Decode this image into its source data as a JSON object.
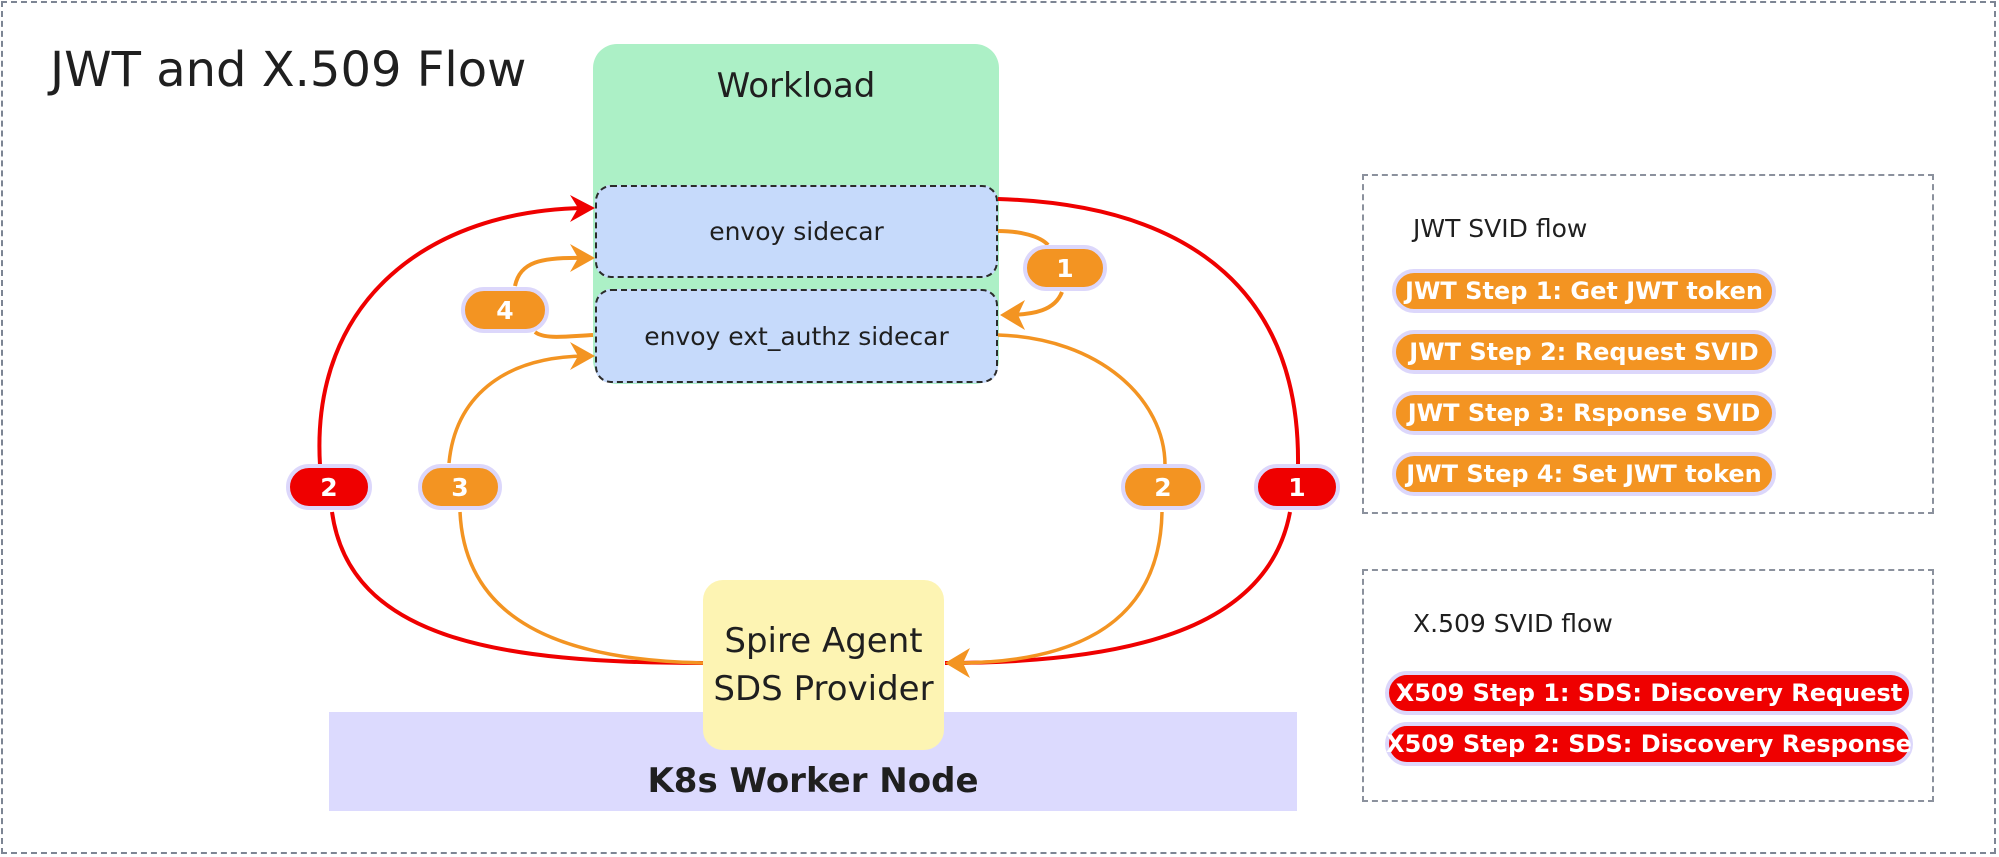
{
  "title": "JWT and X.509 Flow",
  "colors": {
    "jwt": "#f39422",
    "x509": "#ef0000",
    "workload": "#acf0c6",
    "sidecar": "#c6dafb",
    "spire": "#fdf4b3",
    "worker": "#dcdafe"
  },
  "workload": {
    "label": "Workload",
    "sidecars": [
      {
        "label": "envoy sidecar"
      },
      {
        "label": "envoy ext_authz sidecar"
      }
    ]
  },
  "spire": {
    "line1": "Spire Agent",
    "line2": "SDS Provider"
  },
  "worker_node": {
    "label": "K8s Worker Node"
  },
  "badges": {
    "jwt_1": "1",
    "jwt_2": "2",
    "jwt_3": "3",
    "jwt_4": "4",
    "x509_1": "1",
    "x509_2": "2"
  },
  "legend": {
    "jwt": {
      "heading": "JWT SVID flow",
      "items": [
        "JWT Step 1: Get JWT token",
        "JWT Step 2: Request SVID",
        "JWT Step 3: Rsponse SVID",
        "JWT Step 4: Set JWT token"
      ]
    },
    "x509": {
      "heading": "X.509 SVID flow",
      "items": [
        "X509 Step 1: SDS: Discovery Request",
        "X509 Step 2: SDS: Discovery Response"
      ]
    }
  }
}
